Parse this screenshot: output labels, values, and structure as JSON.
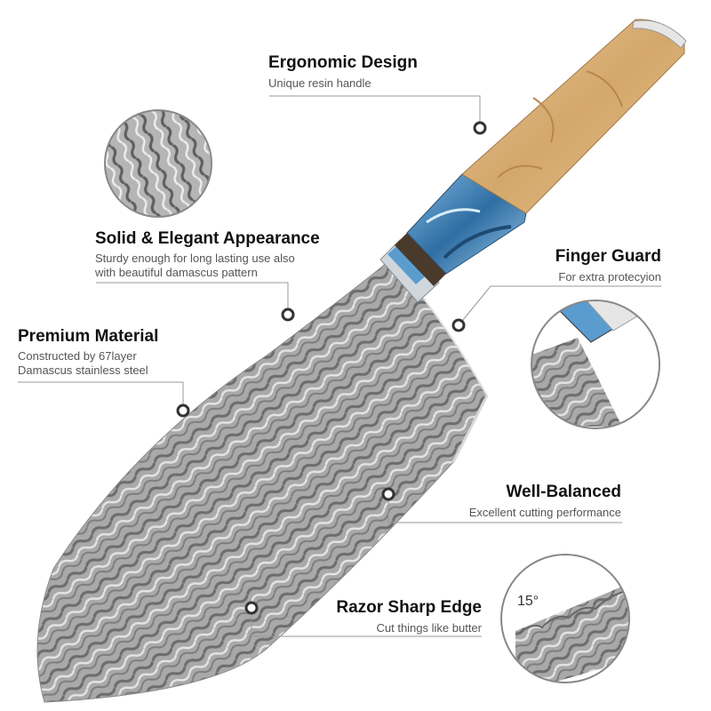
{
  "features": {
    "ergonomic": {
      "title": "Ergonomic Design",
      "desc": "Unique resin handle"
    },
    "appearance": {
      "title": "Solid & Elegant Appearance",
      "desc_line1": "Sturdy enough for long lasting use also",
      "desc_line2": "with beautiful damascus pattern"
    },
    "finger_guard": {
      "title": "Finger Guard",
      "desc": "For extra protecyion"
    },
    "material": {
      "title": "Premium Material",
      "desc_line1": "Constructed by 67layer",
      "desc_line2": "Damascus stainless steel"
    },
    "balanced": {
      "title": "Well-Balanced",
      "desc": "Excellent cutting performance"
    },
    "razor": {
      "title": "Razor Sharp Edge",
      "desc": "Cut things like butter",
      "angle": "15°"
    }
  },
  "colors": {
    "text": "#111111",
    "subtext": "#555555",
    "line": "#888888",
    "wood": "#d9b07a",
    "resin": "#3a7fb5",
    "steel": "#9a9a9a"
  }
}
